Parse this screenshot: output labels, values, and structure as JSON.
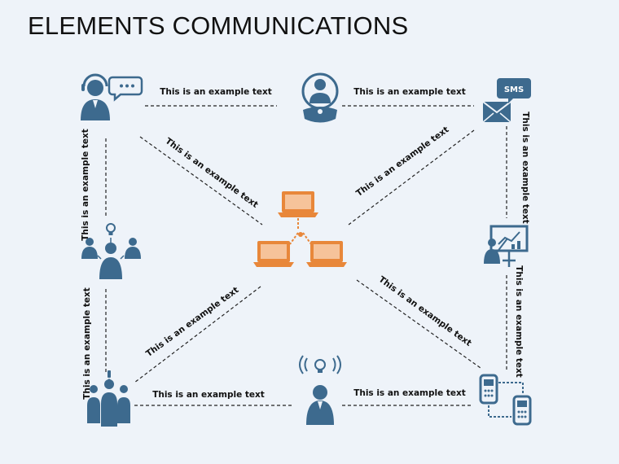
{
  "title": "ELEMENTS COMMUNICATIONS",
  "labels": {
    "top_left": "This is an example text",
    "top_right": "This is an example text",
    "bottom_left": "This is an example text",
    "bottom_right": "This is an example text",
    "diag_top_left": "This is an example text",
    "diag_top_right": "This is an example text",
    "diag_bottom_left": "This is an example text",
    "diag_bottom_right": "This is an example text",
    "left_upper": "This is an example text",
    "left_lower": "This is an example text",
    "right_upper": "This is an example text",
    "right_lower": "This is an example text"
  },
  "sms_badge": "SMS",
  "colors": {
    "icon_blue": "#3d6a8e",
    "icon_orange": "#e8873a",
    "background": "#eef3f9"
  }
}
